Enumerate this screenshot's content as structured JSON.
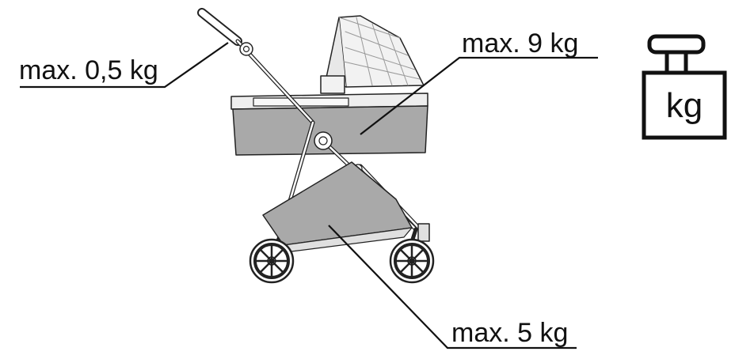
{
  "labels": {
    "handle": "max. 0,5 kg",
    "carrycot": "max. 9 kg",
    "basket": "max. 5 kg"
  },
  "weight_icon": {
    "name": "weight-icon",
    "text": "kg"
  },
  "colors": {
    "line": "#111111",
    "fill_gray": "#a9a9a9",
    "light_gray": "#e6e6e6"
  }
}
